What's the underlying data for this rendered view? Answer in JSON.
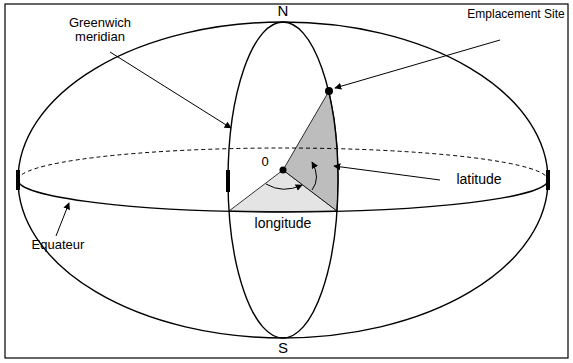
{
  "diagram": {
    "labels": [
      "N",
      "Greenwich meridian",
      "Emplacement Site",
      "0",
      "latitude",
      "longitude",
      "Equateur",
      "S"
    ]
  }
}
